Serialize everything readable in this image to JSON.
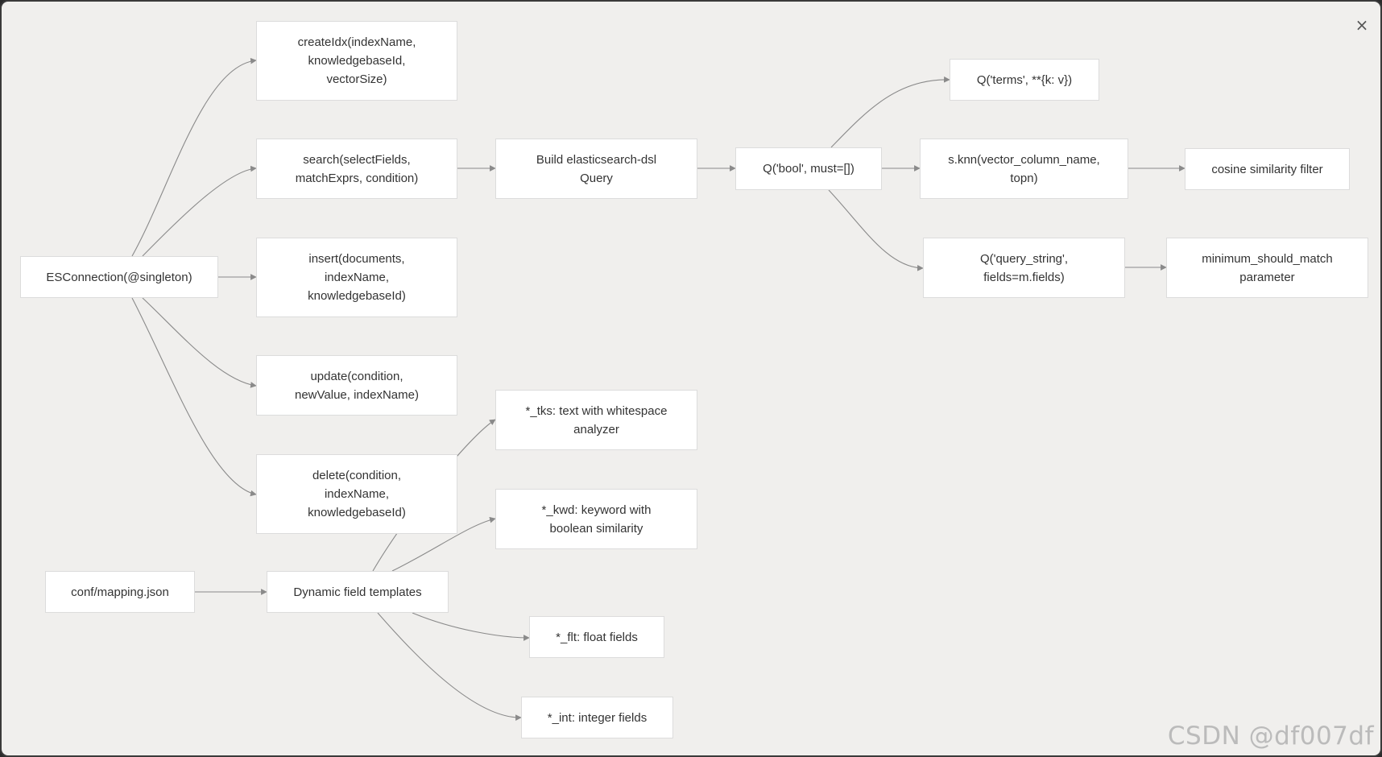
{
  "dialog": {
    "close_label": "×"
  },
  "watermark": "CSDN @df007df",
  "colors": {
    "background": "#f0efed",
    "node_fill": "#ffffff",
    "node_border": "#dcdcdc",
    "edge": "#8a8a8a"
  },
  "nodes": {
    "esconnection": "ESConnection(@singleton)",
    "createidx": "createIdx(indexName,\nknowledgebaseId,\nvectorSize)",
    "search": "search(selectFields,\nmatchExprs, condition)",
    "insert": "insert(documents,\nindexName,\nknowledgebaseId)",
    "update": "update(condition,\nnewValue, indexName)",
    "delete": "delete(condition,\nindexName,\nknowledgebaseId)",
    "build_query": "Build elasticsearch-dsl\nQuery",
    "q_bool": "Q('bool', must=[])",
    "q_terms": "Q('terms', **{k: v})",
    "s_knn": "s.knn(vector_column_name,\ntopn)",
    "cosine": "cosine similarity filter",
    "q_query_string": "Q('query_string',\nfields=m.fields)",
    "min_should_match": "minimum_should_match\nparameter",
    "mapping": "conf/mapping.json",
    "dynamic_templates": "Dynamic field templates",
    "tks": "*_tks: text with whitespace\nanalyzer",
    "kwd": "*_kwd: keyword with\nboolean similarity",
    "flt": "*_flt: float fields",
    "int": "*_int: integer fields"
  }
}
